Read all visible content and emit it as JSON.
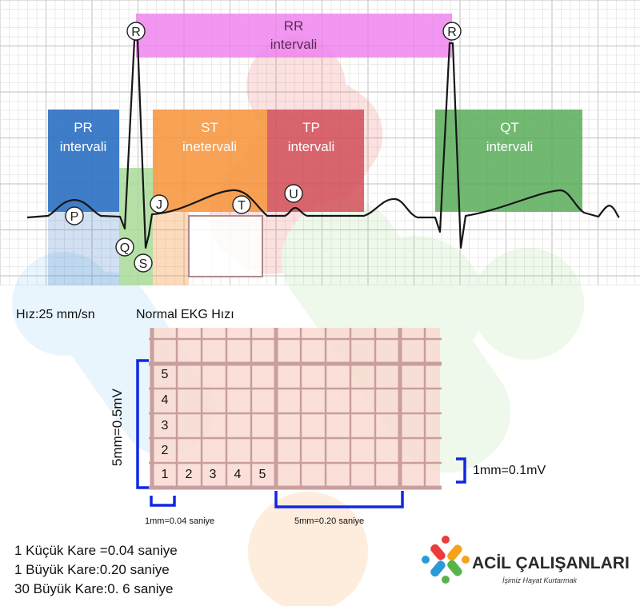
{
  "colors": {
    "rr": "#ee80ee",
    "pr": "#2f72c4",
    "st": "#f6953e",
    "tp": "#d14f58",
    "qt": "#58ad58",
    "qrs": "#a8dc98",
    "trace": "#161616",
    "grid_bg": "#f9dbd1",
    "grid_line": "#c99e9e",
    "bracket": "#1028e0",
    "logo_text": "#2a2a2a"
  },
  "intervals": {
    "rr": {
      "line1": "RR",
      "line2": "intervali"
    },
    "pr": {
      "line1": "PR",
      "line2": "intervali"
    },
    "st": {
      "line1": "ST",
      "line2": "inetervali"
    },
    "tp": {
      "line1": "TP",
      "line2": "intervali"
    },
    "qt": {
      "line1": "QT",
      "line2": "intervali"
    }
  },
  "waves": {
    "p": "P",
    "q": "Q",
    "r1": "R",
    "r2": "R",
    "s": "S",
    "t": "T",
    "u": "U",
    "j": "J"
  },
  "speed": "Hız:25 mm/sn",
  "paper": {
    "title": "Normal EKG Hızı",
    "row_numbers": [
      "1",
      "2",
      "3",
      "4",
      "5"
    ],
    "col_numbers": [
      "2",
      "3",
      "4",
      "5"
    ],
    "label_5mm_mv": "5mm=0.5mV",
    "label_1mm_mv": "1mm=0.1mV",
    "label_1mm_s": "1mm=0.04 saniye",
    "label_5mm_s": "5mm=0.20 saniye"
  },
  "facts": [
    "1 Küçük Kare =0.04 saniye",
    "1 Büyük Kare:0.20 saniye",
    "30 Büyük Kare:0. 6 saniye"
  ],
  "logo": {
    "name": "ACİL ÇALIŞANLARI",
    "tagline": "İşimiz Hayat Kurtarmak"
  }
}
